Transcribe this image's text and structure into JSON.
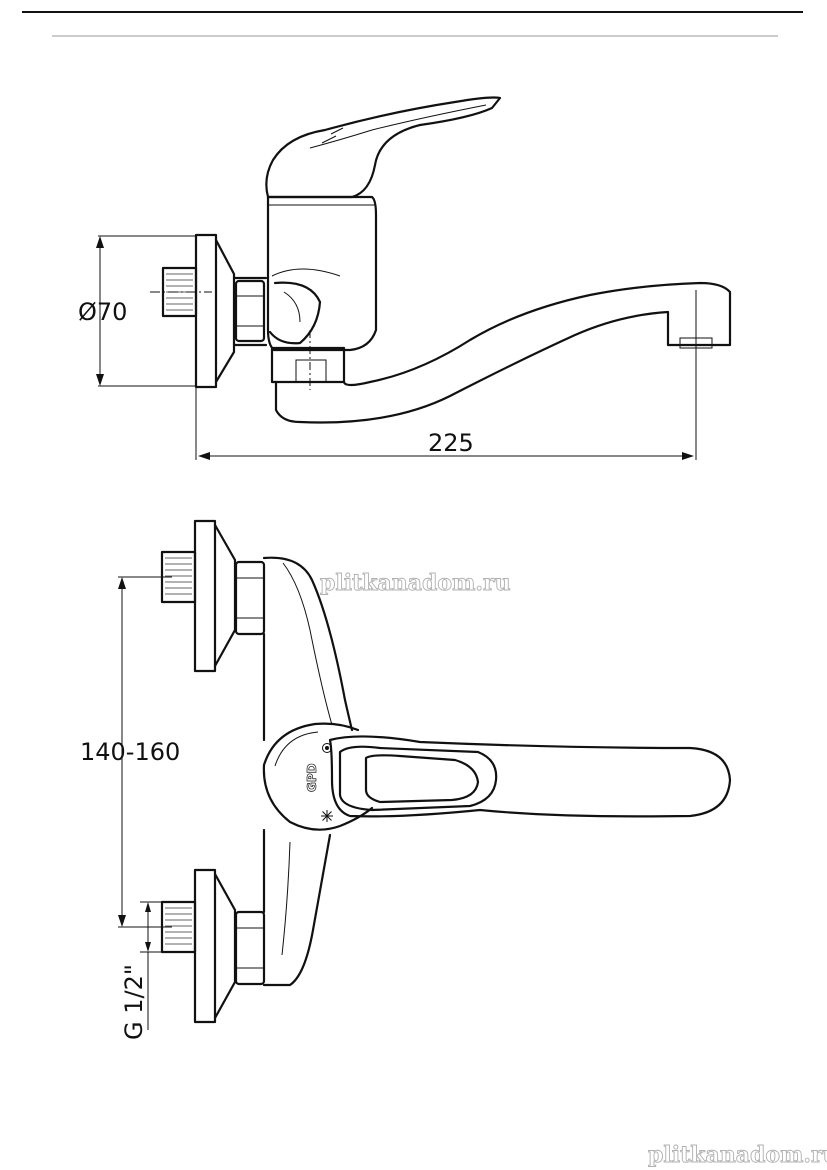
{
  "dimensions": {
    "flange_diameter": "Ø70",
    "spout_reach": "225",
    "center_distance": "140-160",
    "thread_size": "G 1/2\""
  },
  "logo": {
    "text": "GPD"
  },
  "watermarks": {
    "middle": "plitkanadom.ru",
    "bottom": "plitkanadom.ru"
  },
  "colors": {
    "line": "#111111",
    "watermark_outline": "#b0b0b0",
    "background": "#ffffff"
  }
}
